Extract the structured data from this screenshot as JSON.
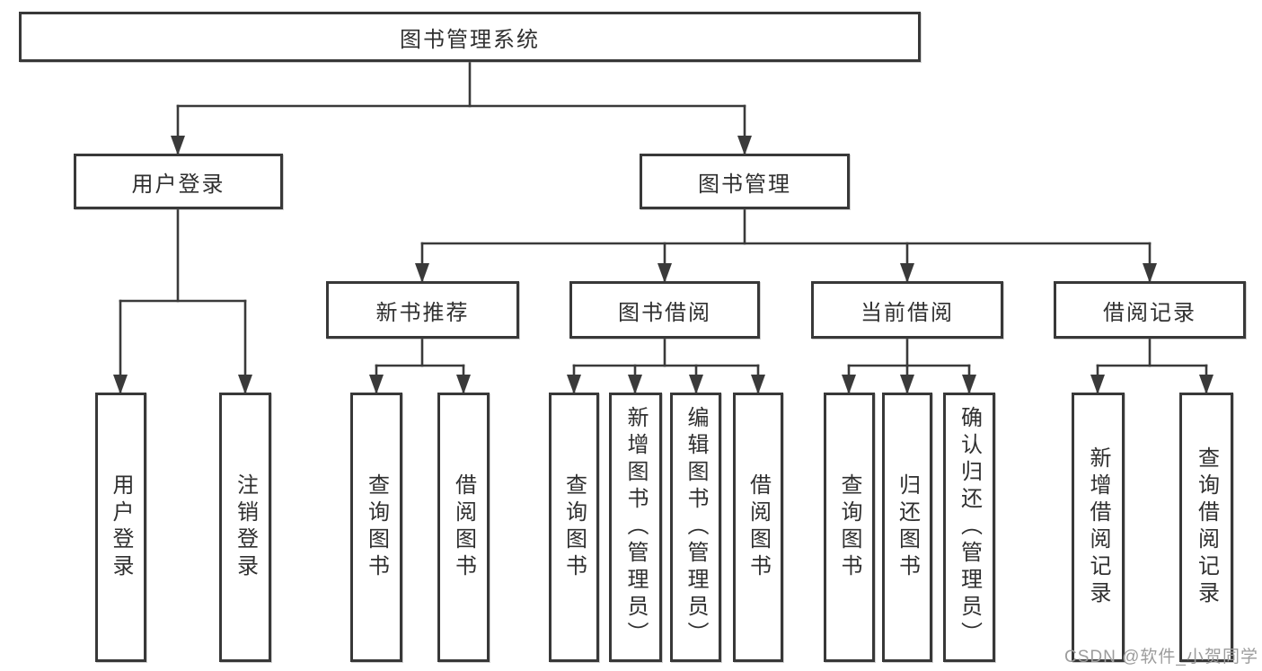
{
  "diagram": {
    "root": "图书管理系统",
    "branches": [
      {
        "label": "用户登录",
        "children": [
          "用户登录",
          "注销登录"
        ]
      },
      {
        "label": "图书管理",
        "children": [
          {
            "label": "新书推荐",
            "children": [
              "查询图书",
              "借阅图书"
            ]
          },
          {
            "label": "图书借阅",
            "children": [
              "查询图书",
              "新增图书（管理员）",
              "编辑图书（管理员）",
              "借阅图书"
            ]
          },
          {
            "label": "当前借阅",
            "children": [
              "查询图书",
              "归还图书",
              "确认归还（管理员）"
            ]
          },
          {
            "label": "借阅记录",
            "children": [
              "新增借阅记录",
              "查询借阅记录"
            ]
          }
        ]
      }
    ]
  },
  "watermark": {
    "text": "CSDN @软件_小贺同学"
  },
  "colors": {
    "background": "#ffffff",
    "line": "#3a3a3a",
    "box_border": "#383838",
    "text": "#303030",
    "watermark": "#9c9c9c"
  }
}
